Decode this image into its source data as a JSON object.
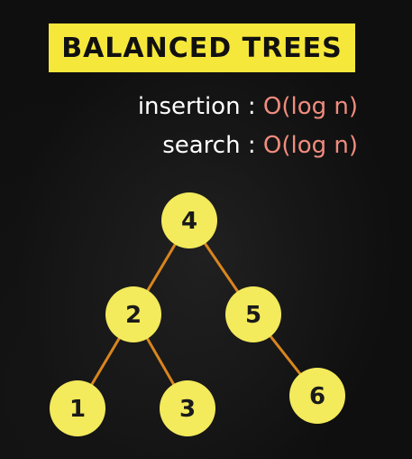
{
  "title": "BALANCED TREES",
  "operations": [
    {
      "name": "insertion",
      "separator": " : ",
      "complexity": "O(log n)"
    },
    {
      "name": "search",
      "separator": " : ",
      "complexity": "O(log n)"
    }
  ],
  "tree": {
    "nodes": [
      {
        "id": "n4",
        "label": "4"
      },
      {
        "id": "n2",
        "label": "2"
      },
      {
        "id": "n5",
        "label": "5"
      },
      {
        "id": "n1",
        "label": "1"
      },
      {
        "id": "n3",
        "label": "3"
      },
      {
        "id": "n6",
        "label": "6"
      }
    ],
    "edges": [
      [
        "n4",
        "n2"
      ],
      [
        "n4",
        "n5"
      ],
      [
        "n2",
        "n1"
      ],
      [
        "n2",
        "n3"
      ],
      [
        "n5",
        "n6"
      ]
    ]
  },
  "colors": {
    "node_fill": "#f3ea5c",
    "edge": "#d9851e",
    "title_bg": "#f6e83a",
    "complexity_text": "#f08c7e"
  }
}
